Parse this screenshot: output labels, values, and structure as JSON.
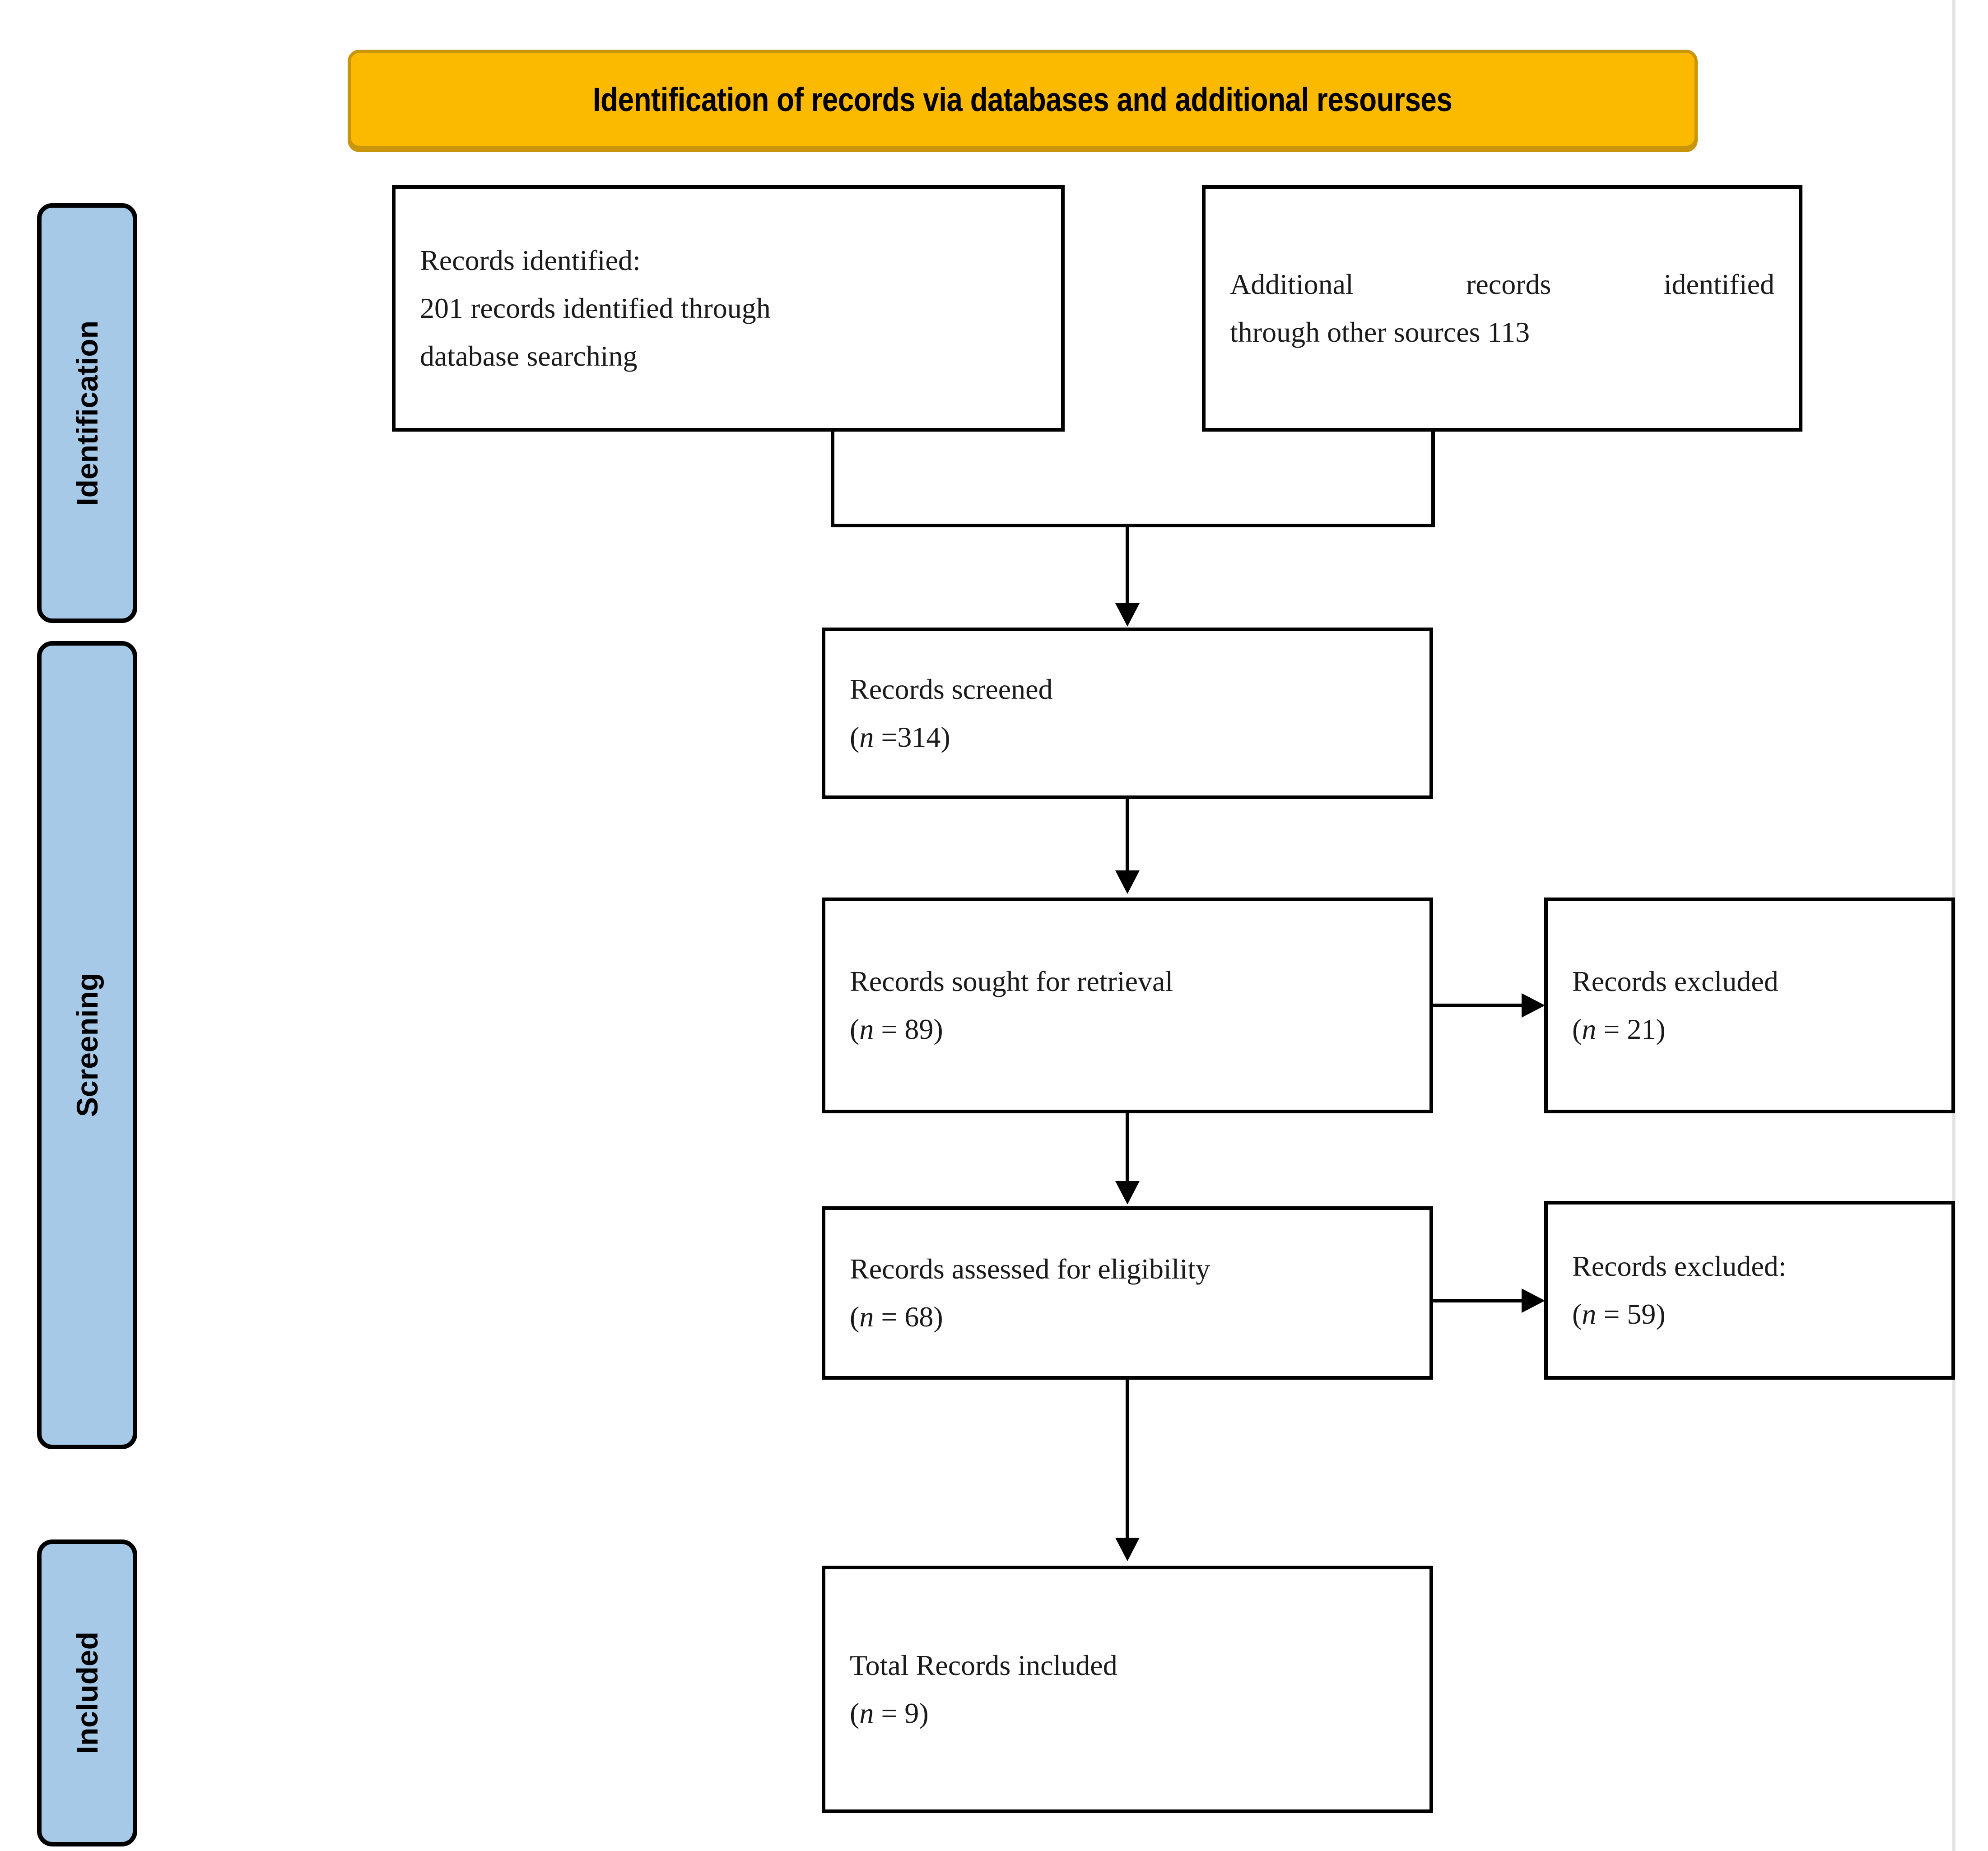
{
  "diagram": {
    "type": "prisma-flow-diagram",
    "header": {
      "title": "Identification of records via databases and additional resourses",
      "fill_color": "#FBB900",
      "border_color": "#C8950B"
    },
    "stages": [
      {
        "key": "identification",
        "label": "Identification",
        "fill_color": "#A6C9E8"
      },
      {
        "key": "screening",
        "label": "Screening",
        "fill_color": "#A6C9E8"
      },
      {
        "key": "included",
        "label": "Included",
        "fill_color": "#A6C9E8"
      }
    ],
    "boxes": {
      "identified": {
        "line1": "Records identified:",
        "line2": "201 records identified through",
        "line3": "database searching",
        "count": 201
      },
      "additional": {
        "line1": "Additional records identified",
        "line2": "through other sources 113",
        "count": 113
      },
      "screened": {
        "label": "Records screened",
        "n_prefix": "(",
        "n_symbol": "n",
        "n_value": " =314)",
        "count": 314
      },
      "sought": {
        "label": "Records sought for retrieval",
        "n_prefix": "(",
        "n_symbol": "n",
        "n_value": " = 89)",
        "count": 89
      },
      "excluded_1": {
        "label": "Records excluded",
        "n_prefix": "(",
        "n_symbol": "n",
        "n_value": " = 21)",
        "count": 21
      },
      "assessed": {
        "label": "Records assessed for eligibility",
        "n_prefix": "(",
        "n_symbol": "n",
        "n_value": " = 68)",
        "count": 68
      },
      "excluded_2": {
        "label": "Records excluded:",
        "n_prefix": "(",
        "n_symbol": "n",
        "n_value": " = 59)",
        "count": 59
      },
      "included": {
        "label": "Total Records included",
        "n_prefix": "(",
        "n_symbol": "n",
        "n_value": " = 9)",
        "count": 9
      }
    }
  }
}
